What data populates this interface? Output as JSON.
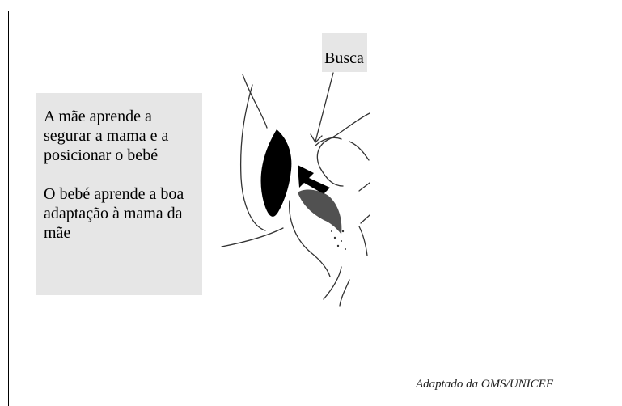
{
  "slide": {
    "note": {
      "paragraph1": "A mãe aprende a segurar a mama e a posicionar o bebé",
      "paragraph2": "O bebé aprende a boa adaptação à mama da mãe"
    },
    "label": "Busca",
    "credit": "Adaptado da OMS/UNICEF",
    "colors": {
      "background": "#ffffff",
      "box_fill": "#e6e6e6",
      "frame_line": "#000000"
    },
    "illustration_icon": "breastfeeding-sketch"
  }
}
